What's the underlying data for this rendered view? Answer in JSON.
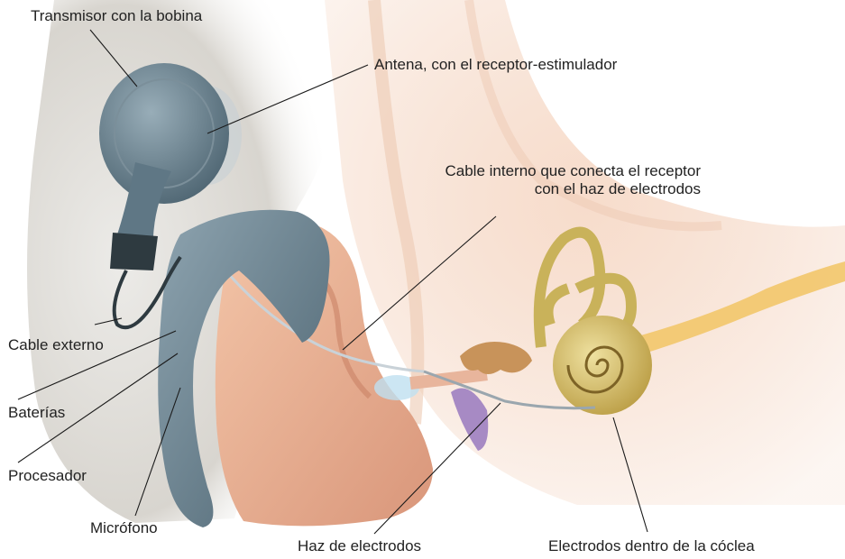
{
  "labels": {
    "transmitter": "Transmisor con la bobina",
    "antenna": "Antena, con el receptor-estimulador",
    "internal_cable_line1": "Cable interno que conecta el receptor",
    "internal_cable_line2": "con el haz de electrodos",
    "external_cable": "Cable externo",
    "batteries": "Baterías",
    "processor": "Procesador",
    "microphone": "Micrófono",
    "electrode_bundle": "Haz de electrodos",
    "cochlea_electrodes": "Electrodos dentro de la cóclea"
  },
  "colors": {
    "skin": "#f1c2a4",
    "skin_dark": "#d99a78",
    "device": "#5f7785",
    "device_light": "#8ea4b0",
    "bone": "#cdb45a",
    "nerve": "#f2c76a",
    "hair": "#d9d6d0",
    "leader": "#1a1a1a"
  }
}
